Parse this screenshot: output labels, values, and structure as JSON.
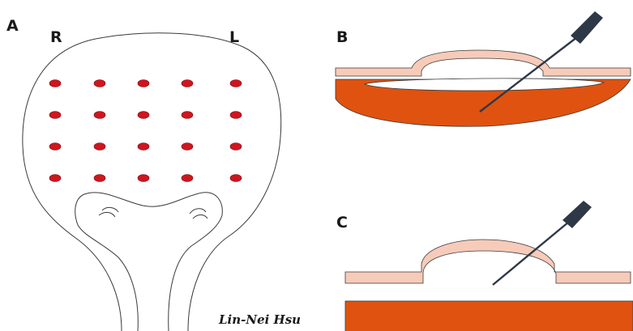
{
  "panels": {
    "a": {
      "label": "A",
      "right_label": "R",
      "left_label": "L"
    },
    "b": {
      "label": "B"
    },
    "c": {
      "label": "C"
    }
  },
  "signature": "Lin-Nei Hsu",
  "injection_grid": {
    "rows": 4,
    "cols": 5,
    "dot_color": "#d0151e"
  },
  "colors": {
    "outline": "#3a3a3a",
    "mucosa_fill": "#f7cbb9",
    "muscle_fill": "#e0520f",
    "needle": "#2e3846"
  }
}
